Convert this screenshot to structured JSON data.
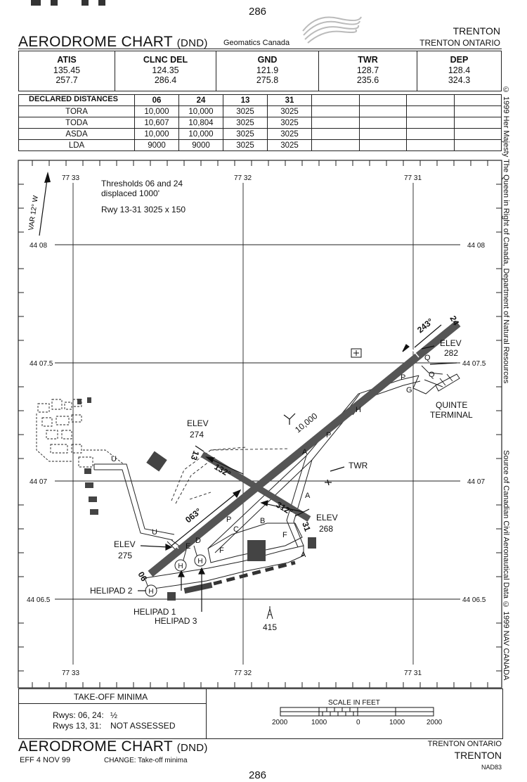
{
  "page": {
    "top_number": "286",
    "bottom_number": "286"
  },
  "header": {
    "title_main": "AERODROME CHART",
    "title_suffix": "(DND)",
    "publisher": "Geomatics Canada",
    "airport": "TRENTON",
    "location": "TRENTON ONTARIO"
  },
  "frequencies": [
    {
      "label": "ATIS",
      "values": [
        "135.45",
        "257.7"
      ]
    },
    {
      "label": "CLNC DEL",
      "values": [
        "124.35",
        "286.4"
      ]
    },
    {
      "label": "GND",
      "values": [
        "121.9",
        "275.8"
      ]
    },
    {
      "label": "TWR",
      "values": [
        "128.7",
        "235.6"
      ]
    },
    {
      "label": "DEP",
      "values": [
        "128.4",
        "324.3"
      ]
    }
  ],
  "declared_distances": {
    "title": "DECLARED DISTANCES",
    "columns": [
      "06",
      "24",
      "13",
      "31"
    ],
    "rows": [
      {
        "label": "TORA",
        "values": [
          "10,000",
          "10,000",
          "3025",
          "3025"
        ]
      },
      {
        "label": "TODA",
        "values": [
          "10,607",
          "10,804",
          "3025",
          "3025"
        ]
      },
      {
        "label": "ASDA",
        "values": [
          "10,000",
          "10,000",
          "3025",
          "3025"
        ]
      },
      {
        "label": "LDA",
        "values": [
          "9000",
          "9000",
          "3025",
          "3025"
        ]
      }
    ]
  },
  "chart": {
    "longitudes": [
      "77 33",
      "77 32",
      "77 31"
    ],
    "latitudes": [
      "44 08",
      "44 07.5",
      "44 07",
      "44 06.5"
    ],
    "variation": "VAR 12° W",
    "notes": [
      "Thresholds 06 and 24",
      "displaced 1000'",
      "Rwy 13-31 3025 x 150"
    ],
    "runway_main": {
      "ends": [
        "06",
        "24"
      ],
      "headings": [
        "063°",
        "243°"
      ],
      "length": "10,000"
    },
    "runway_cross": {
      "ends": [
        "13",
        "31"
      ],
      "headings": [
        "132°",
        "312°"
      ]
    },
    "elevations": [
      {
        "label": "ELEV",
        "value": "274"
      },
      {
        "label": "ELEV",
        "value": "275"
      },
      {
        "label": "ELEV",
        "value": "268"
      },
      {
        "label": "ELEV",
        "value": "282"
      }
    ],
    "taxiways": [
      "U",
      "U",
      "E",
      "D",
      "P",
      "C",
      "B",
      "F",
      "F",
      "A",
      "A",
      "A",
      "P",
      "H",
      "P",
      "G",
      "Q",
      "Q"
    ],
    "labels": {
      "twr": "TWR",
      "terminal_1": "QUINTE",
      "terminal_2": "TERMINAL",
      "helipad_2": "HELIPAD 2",
      "helipad_1": "HELIPAD 1",
      "helipad_3": "HELIPAD 3",
      "obstacle": "415",
      "heli_symbol": "H"
    }
  },
  "side_notes": {
    "copyright": "© 1999 Her Majesty The Queen in Right of Canada, Department of Natural Resources",
    "source": "Source of Canadian Civil Aeronautical Data  © 1999 NAV CANADA"
  },
  "minima": {
    "title": "TAKE-OFF MINIMA",
    "rows": [
      {
        "label": "Rwys: 06, 24:",
        "value": "½"
      },
      {
        "label": "Rwys 13, 31:",
        "value": "NOT ASSESSED"
      }
    ]
  },
  "scale": {
    "title": "SCALE IN FEET",
    "ticks": [
      "2000",
      "1000",
      "0",
      "1000",
      "2000"
    ]
  },
  "footer": {
    "title_main": "AERODROME CHART",
    "title_suffix": "(DND)",
    "effective": "EFF 4 NOV 99",
    "change": "CHANGE: Take-off minima",
    "location": "TRENTON  ONTARIO",
    "airport": "TRENTON",
    "datum": "NAD83"
  }
}
